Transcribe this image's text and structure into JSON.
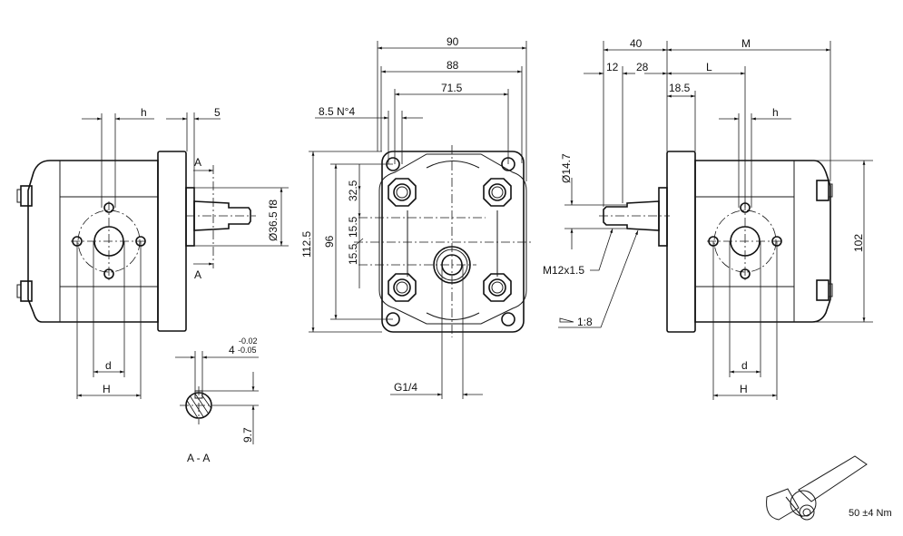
{
  "drawing": {
    "title": "Gear pump dimensional drawing",
    "side_view_left": {
      "labels": {
        "h": "h",
        "shoulder": "5",
        "section_mark_top": "A",
        "section_mark_bottom": "A",
        "pilot_diameter": "Ø36.5 f8",
        "d": "d",
        "H": "H"
      }
    },
    "section_view": {
      "title": "A - A",
      "key_width": "4",
      "key_tol_upper": "-0.02",
      "key_tol_lower": "-0.05",
      "key_height": "9.7"
    },
    "front_view": {
      "labels": {
        "width_overall": "90",
        "width_body": "88",
        "hole_spacing": "71.5",
        "holes": "8.5 N°4",
        "height_overall": "112.5",
        "hole_vertical_spacing": "96",
        "upper_offset": "32.5",
        "port_offset_upper": "15.5",
        "port_offset_lower": "15.5",
        "port_thread": "G1/4"
      }
    },
    "side_view_right": {
      "labels": {
        "shaft_total": "40",
        "thread_length": "12",
        "taper_length": "28",
        "M": "M",
        "L": "L",
        "flange_thickness": "18.5",
        "h": "h",
        "shaft_diameter": "Ø14.7",
        "thread": "M12x1.5",
        "taper": "1:8",
        "height": "102",
        "d": "d",
        "H": "H"
      }
    },
    "torque_note": {
      "value": "50 ±4 Nm"
    }
  }
}
